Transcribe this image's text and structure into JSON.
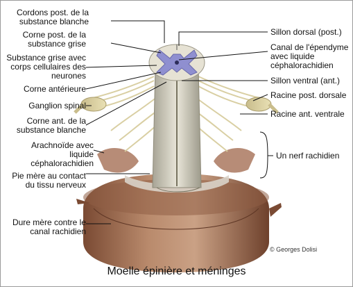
{
  "labels": {
    "cordons_post": "Cordons post. de la",
    "cordons_post_2": "substance blanche",
    "corne_post": "Corne post. de la",
    "corne_post_2": "substance grise",
    "substance_grise": "Substance grise avec",
    "substance_grise_2": "corps cellulaires des",
    "substance_grise_3": "neurones",
    "corne_anterieure": "Corne antérieure",
    "ganglion_spinal": "Ganglion spinal",
    "corne_ant": "Corne ant. de la",
    "corne_ant_2": "substance blanche",
    "arachnoide": "Arachnoïde avec",
    "arachnoide_2": "liquide",
    "arachnoide_3": "céphalorachidien",
    "pie_mere": "Pie mère au contact",
    "pie_mere_2": "du tissu nerveux",
    "dure_mere": "Dure mère contre le",
    "dure_mere_2": "canal rachidien",
    "sillon_dorsal": "Sillon dorsal (post.)",
    "canal_ependyme": "Canal de l'épendyme",
    "canal_ependyme_2": "avec liquide",
    "canal_ependyme_3": "céphalorachidien",
    "sillon_ventral": "Sillon ventral (ant.)",
    "racine_post": "Racine post. dorsale",
    "racine_ant": "Racine ant. ventrale",
    "nerf_rachidien": "Un nerf rachidien"
  },
  "copyright": "© Georges Dolisi",
  "caption": "Moelle épinière et méninges"
}
